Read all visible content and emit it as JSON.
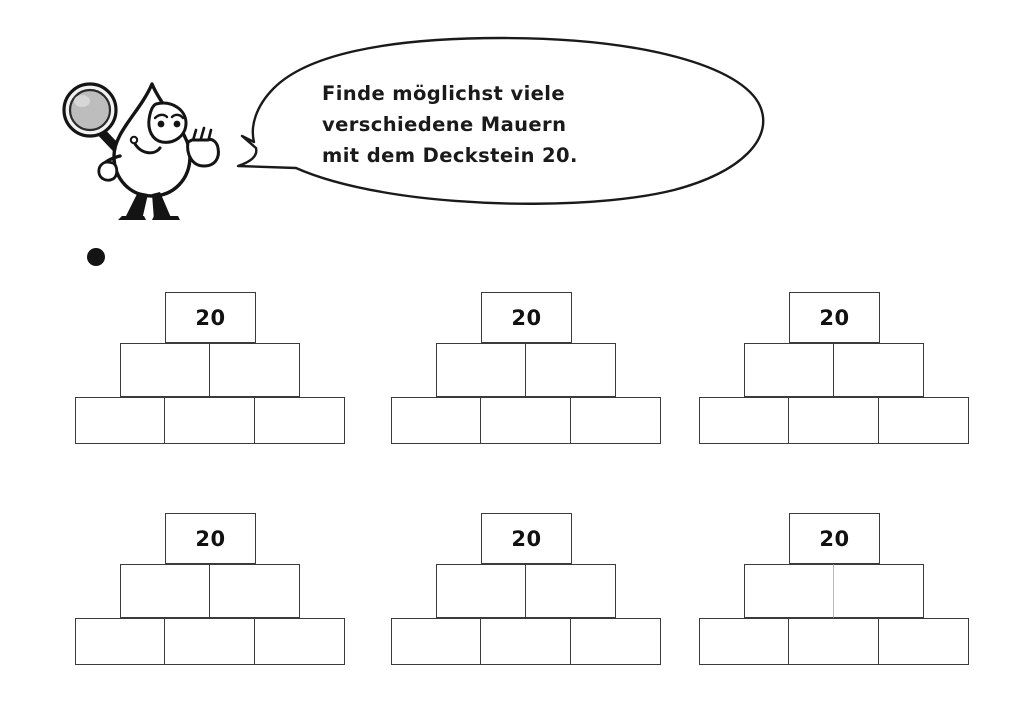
{
  "page": {
    "language": "de",
    "background_color": "#ffffff",
    "ink_color": "#1a1a1a"
  },
  "instruction": {
    "speaker_icon": "mascot-with-magnifier",
    "bubble_text": "Finde möglichst viele\nverschiedene Mauern\nmit dem Deckstein 20.",
    "lines": [
      "Finde möglichst viele",
      "verschiedene Mauern",
      "mit dem Deckstein 20."
    ]
  },
  "task": {
    "bullet_marker": "•",
    "capstone_value": "20",
    "pyramid_count": 6,
    "rows_per_pyramid": 3,
    "cells_per_row": [
      1,
      2,
      3
    ],
    "pyramids": [
      {
        "id": "pyramid-1",
        "top": [
          "20"
        ],
        "middle": [
          "",
          ""
        ],
        "bottom": [
          "",
          "",
          ""
        ]
      },
      {
        "id": "pyramid-2",
        "top": [
          "20"
        ],
        "middle": [
          "",
          ""
        ],
        "bottom": [
          "",
          "",
          ""
        ]
      },
      {
        "id": "pyramid-3",
        "top": [
          "20"
        ],
        "middle": [
          "",
          ""
        ],
        "bottom": [
          "",
          "",
          ""
        ]
      },
      {
        "id": "pyramid-4",
        "top": [
          "20"
        ],
        "middle": [
          "",
          ""
        ],
        "bottom": [
          "",
          "",
          ""
        ]
      },
      {
        "id": "pyramid-5",
        "top": [
          "20"
        ],
        "middle": [
          "",
          ""
        ],
        "bottom": [
          "",
          "",
          ""
        ]
      },
      {
        "id": "pyramid-6",
        "top": [
          "20"
        ],
        "middle": [
          "",
          ""
        ],
        "bottom": [
          "",
          "",
          ""
        ]
      }
    ]
  },
  "colors": {
    "cell_border": "#3b3b3b",
    "text": "#1a1a1a",
    "bullet": "#141414",
    "lens_glass": "#b8b8b8",
    "lens_rim": "#e8e8e8"
  }
}
